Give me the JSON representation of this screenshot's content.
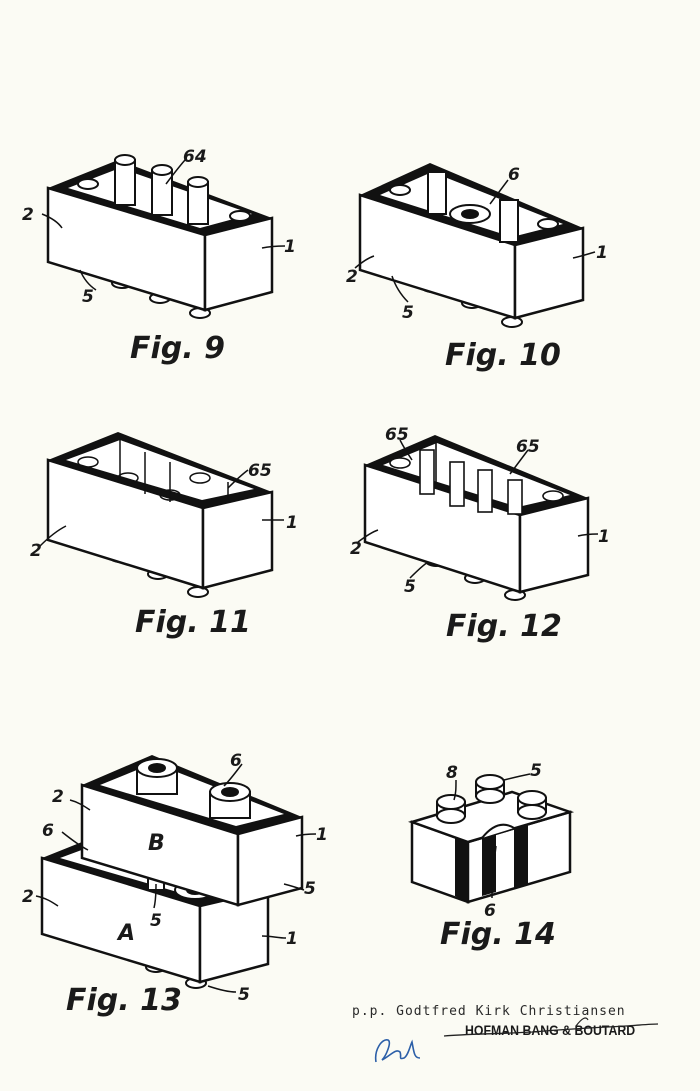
{
  "figures": [
    {
      "id": "fig9",
      "label": "Fig. 9",
      "refs": {
        "r1": "1",
        "r2": "2",
        "r3": "5",
        "r4": "64"
      }
    },
    {
      "id": "fig10",
      "label": "Fig. 10",
      "refs": {
        "r1": "1",
        "r2": "2",
        "r3": "5",
        "r4": "6"
      }
    },
    {
      "id": "fig11",
      "label": "Fig. 11",
      "refs": {
        "r1": "1",
        "r2": "2",
        "r3": "65"
      }
    },
    {
      "id": "fig12",
      "label": "Fig. 12",
      "refs": {
        "r1": "1",
        "r2": "2",
        "r3": "5",
        "r4": "65",
        "r5": "65"
      }
    },
    {
      "id": "fig13",
      "label": "Fig. 13",
      "refs": {
        "r1": "2",
        "r2": "6",
        "r3": "B",
        "r4": "1",
        "r5": "6",
        "r6": "2",
        "r7": "5",
        "r8": "A",
        "r9": "5",
        "r10": "1",
        "r11": "5"
      }
    },
    {
      "id": "fig14",
      "label": "Fig. 14",
      "refs": {
        "r1": "8",
        "r2": "5",
        "r3": "6"
      }
    }
  ],
  "signature_block": {
    "pp_line": "p.p. Godtfred Kirk Christiansen",
    "firm": "HOFMAN BANG & BOUTARD"
  },
  "colors": {
    "paper": "#fbfbf4",
    "ink": "#111111",
    "signature": "#2c5fa8"
  }
}
